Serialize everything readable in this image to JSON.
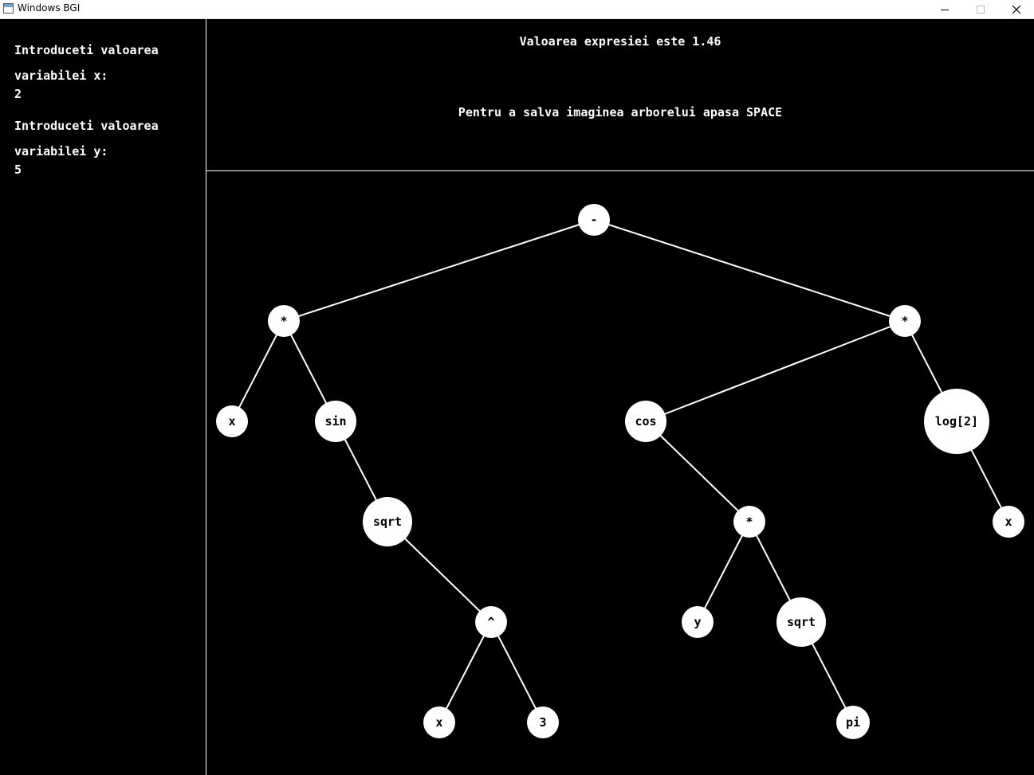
{
  "window": {
    "title": "Windows BGI"
  },
  "prompts": {
    "x_line1": "Introduceti valoarea",
    "x_line2": "variabilei x:",
    "x_value": "2",
    "y_line1": "Introduceti valoarea",
    "y_line2": "variabilei y:",
    "y_value": "5"
  },
  "header": {
    "result": "Valoarea expresiei este 1.46",
    "save_hint": "Pentru a salva imaginea arborelui apasa SPACE"
  },
  "tree": {
    "nodes": [
      {
        "id": "n0",
        "label": "-"
      },
      {
        "id": "n1",
        "label": "*"
      },
      {
        "id": "n2",
        "label": "*"
      },
      {
        "id": "n3",
        "label": "x"
      },
      {
        "id": "n4",
        "label": "sin"
      },
      {
        "id": "n5",
        "label": "cos"
      },
      {
        "id": "n6",
        "label": "log[2]"
      },
      {
        "id": "n7",
        "label": "sqrt"
      },
      {
        "id": "n8",
        "label": "*"
      },
      {
        "id": "n9",
        "label": "x"
      },
      {
        "id": "n10",
        "label": "^"
      },
      {
        "id": "n11",
        "label": "y"
      },
      {
        "id": "n12",
        "label": "sqrt"
      },
      {
        "id": "n13",
        "label": "x"
      },
      {
        "id": "n14",
        "label": "3"
      },
      {
        "id": "n15",
        "label": "pi"
      }
    ],
    "edges": [
      [
        "n0",
        "n1"
      ],
      [
        "n0",
        "n2"
      ],
      [
        "n1",
        "n3"
      ],
      [
        "n1",
        "n4"
      ],
      [
        "n2",
        "n5"
      ],
      [
        "n2",
        "n6"
      ],
      [
        "n4",
        "n7"
      ],
      [
        "n5",
        "n8"
      ],
      [
        "n6",
        "n9"
      ],
      [
        "n7",
        "n10"
      ],
      [
        "n8",
        "n11"
      ],
      [
        "n8",
        "n12"
      ],
      [
        "n10",
        "n13"
      ],
      [
        "n10",
        "n14"
      ],
      [
        "n12",
        "n15"
      ]
    ]
  }
}
